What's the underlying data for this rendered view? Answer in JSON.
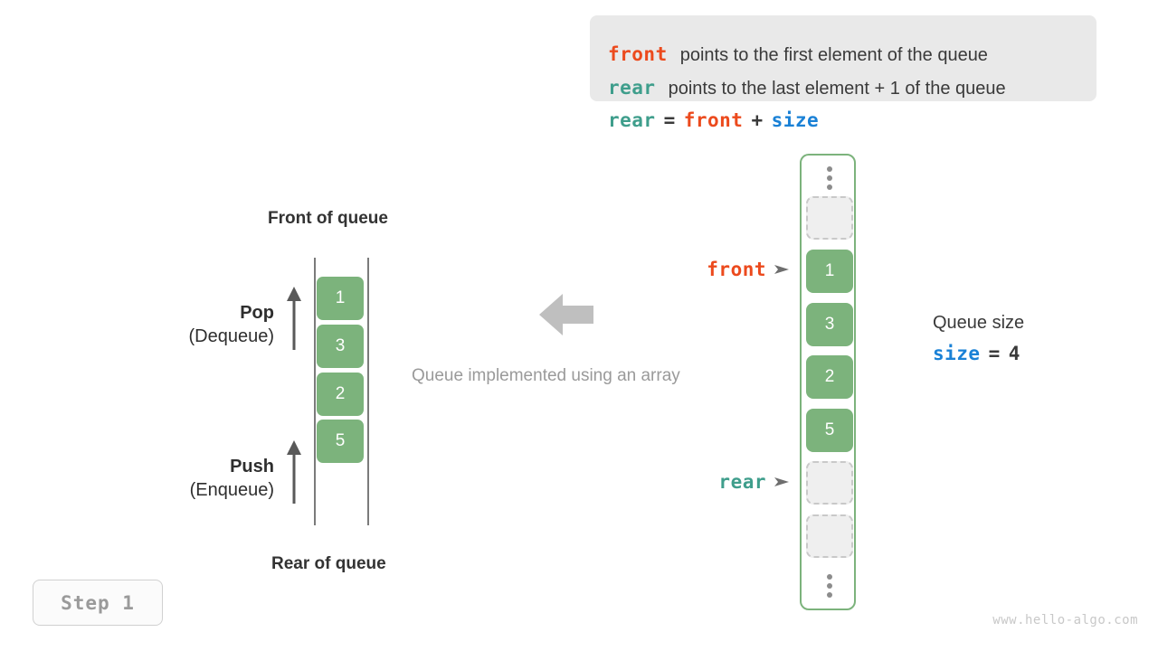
{
  "legend": {
    "front_key": "front",
    "front_text": "points to the first element of the queue",
    "rear_key": "rear",
    "rear_text": "points to the last element + 1 of the queue"
  },
  "formula": {
    "lhs": "rear",
    "eq": "=",
    "rhs1": "front",
    "plus": "+",
    "rhs2": "size"
  },
  "queue_panel": {
    "front_label": "Front of queue",
    "rear_label": "Rear of queue",
    "pop_title": "Pop",
    "pop_sub": "(Dequeue)",
    "push_title": "Push",
    "push_sub": "(Enqueue)",
    "cells": [
      "1",
      "3",
      "2",
      "5"
    ]
  },
  "center": {
    "caption": "Queue implemented using an array",
    "arrow_direction": "left"
  },
  "array": {
    "top_ellipsis": "⋮",
    "bottom_ellipsis": "⋮",
    "slots": [
      {
        "value": "",
        "state": "empty"
      },
      {
        "value": "1",
        "state": "filled"
      },
      {
        "value": "3",
        "state": "filled"
      },
      {
        "value": "2",
        "state": "filled"
      },
      {
        "value": "5",
        "state": "filled"
      },
      {
        "value": "",
        "state": "empty"
      },
      {
        "value": "",
        "state": "empty"
      }
    ]
  },
  "pointers": {
    "front_label": "front",
    "rear_label": "rear"
  },
  "size_block": {
    "title": "Queue size",
    "key": "size",
    "eq": "=",
    "value": "4"
  },
  "step_badge": "Step 1",
  "watermark": "www.hello-algo.com",
  "colors": {
    "front": "#ec4a1d",
    "rear": "#3f9e8c",
    "size": "#1a81d6",
    "cell_fill": "#7cb37c",
    "empty_fill": "#efefef",
    "container_border": "#7cb37c",
    "muted": "#9a9a9a"
  }
}
